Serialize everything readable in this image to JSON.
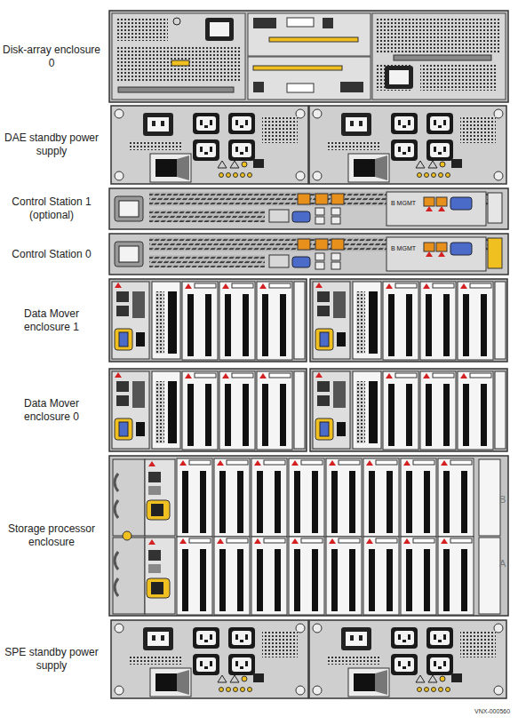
{
  "diagram": {
    "nodes": [
      {
        "text": [
          "Disk-array enclosure 0"
        ]
      },
      {
        "text": [
          "DAE standby power supply"
        ]
      },
      {
        "text": [
          "Control Station 1 (optional)"
        ]
      },
      {
        "text": [
          "Control Station 0"
        ]
      },
      {
        "text": [
          "Data Mover enclosure 1"
        ]
      },
      {
        "text": [
          "Data Mover enclosure 0"
        ]
      },
      {
        "text": [
          "Storage processor enclosure"
        ]
      },
      {
        "text": [
          "SPE standby power supply"
        ]
      }
    ],
    "labels": [
      "B MGMT",
      "B MGMT",
      "B",
      "A",
      "VNX-000560"
    ]
  }
}
